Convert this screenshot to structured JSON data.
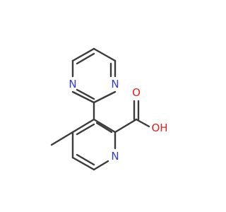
{
  "colors": {
    "background": "#ffffff",
    "bond": "#3b3b3b",
    "nitrogen": "#2f3bd6",
    "oxygen": "#e01f1f"
  },
  "atoms": {
    "pyrimidine_n1": "N",
    "pyrimidine_n3": "N",
    "pyridine_n": "N",
    "carbonyl_o": "O",
    "hydroxyl": "OH"
  }
}
